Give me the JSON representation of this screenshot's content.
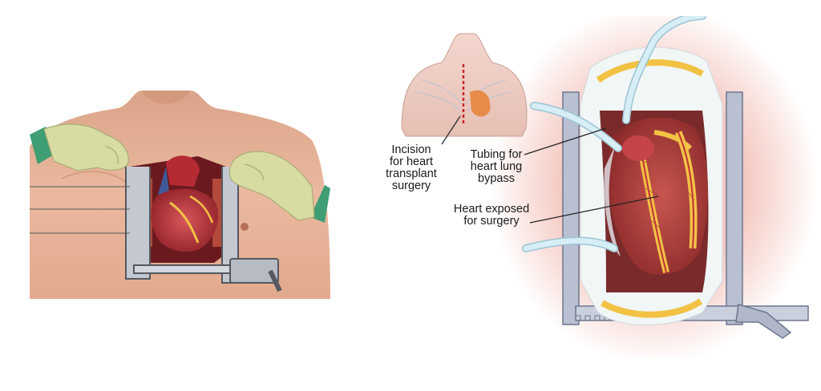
{
  "labels": {
    "incision": [
      "Incision",
      "for heart",
      "transplant",
      "surgery"
    ],
    "tubing": [
      "Tubing for",
      "heart lung",
      "bypass"
    ],
    "heart_exposed": [
      "Heart exposed",
      "for surgery"
    ]
  },
  "colors": {
    "skin": "#e9b89c",
    "skin_shadow": "#c98a6d",
    "glove": "#d8dca2",
    "cuff": "#3f9e73",
    "heart_red": "#b8333a",
    "fat_yellow": "#f2c245",
    "retractor": "#9aa3b8",
    "tube": "#d7eef6",
    "drape": "#f1f6f7",
    "glow": "#f4c8c0"
  }
}
